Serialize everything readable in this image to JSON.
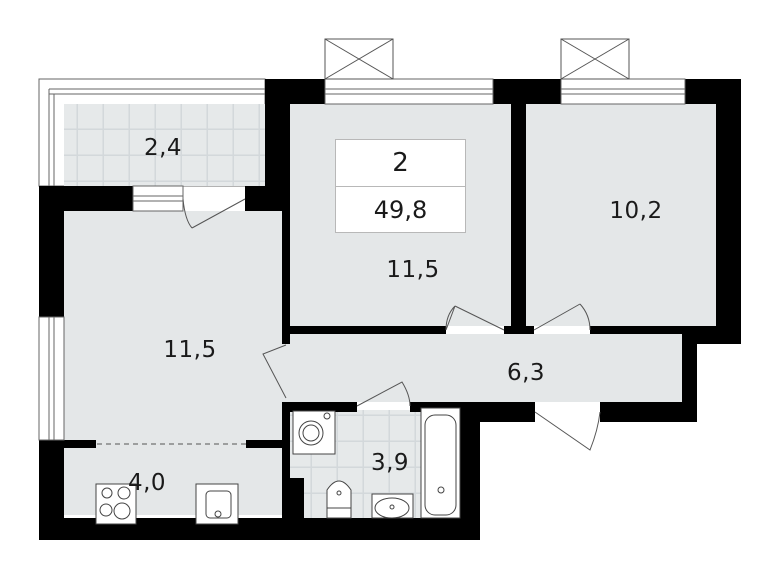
{
  "plan": {
    "summary": {
      "rooms": "2",
      "total_area": "49,8"
    },
    "rooms": [
      {
        "id": "balcony",
        "area": "2,4"
      },
      {
        "id": "bedroom-1",
        "area": "11,5"
      },
      {
        "id": "bedroom-2",
        "area": "10,2"
      },
      {
        "id": "living-room",
        "area": "11,5"
      },
      {
        "id": "hallway",
        "area": "6,3"
      },
      {
        "id": "bathroom",
        "area": "3,9"
      },
      {
        "id": "kitchen",
        "area": "4,0"
      }
    ],
    "colors": {
      "wall": "#000000",
      "floor": "#e4e7e8",
      "tile": "#dfe3e5",
      "window": "#ffffff",
      "line": "#555555"
    }
  }
}
